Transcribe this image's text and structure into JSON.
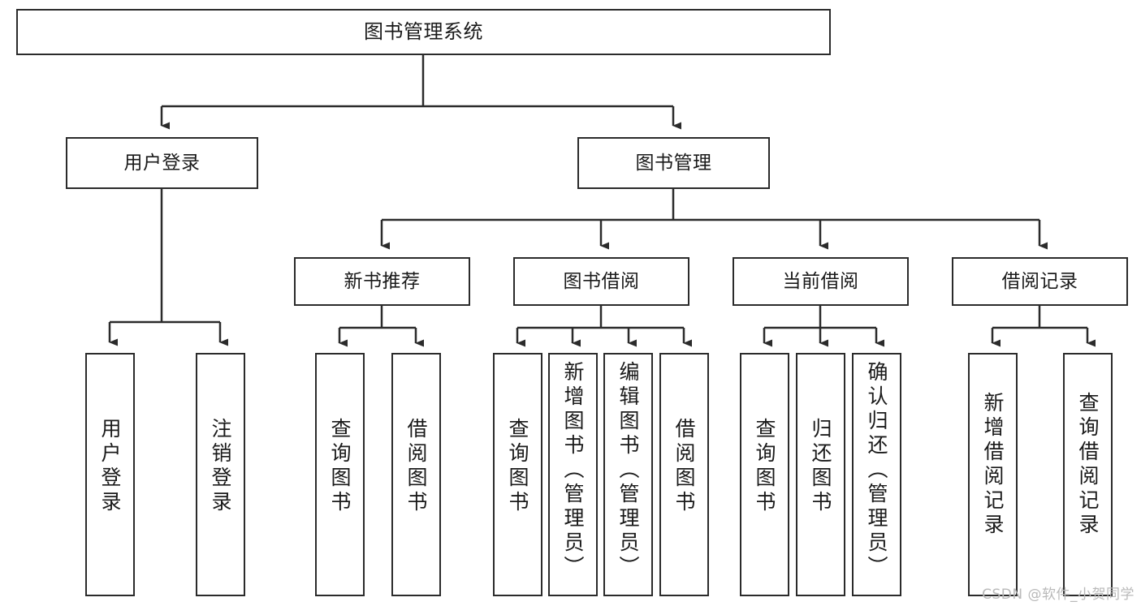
{
  "diagram": {
    "title": "图书管理系统",
    "type": "hierarchy-tree",
    "watermark": "CSDN @软件_小贺同学",
    "colors": {
      "box_border": "#2b2b2b",
      "box_fill": "#ffffff",
      "connector": "#2b2b2b",
      "text": "#1a1a1a",
      "watermark": "#b9b9b9",
      "background": "#ffffff"
    },
    "levels": {
      "level0": [
        {
          "id": "root",
          "label": "图书管理系统",
          "orientation": "horizontal"
        }
      ],
      "level1": [
        {
          "id": "user-login",
          "label": "用户登录",
          "orientation": "horizontal"
        },
        {
          "id": "book-manage",
          "label": "图书管理",
          "orientation": "horizontal"
        }
      ],
      "level2": [
        {
          "id": "new-book-rec",
          "label": "新书推荐",
          "orientation": "horizontal"
        },
        {
          "id": "book-borrow",
          "label": "图书借阅",
          "orientation": "horizontal"
        },
        {
          "id": "current-borrow",
          "label": "当前借阅",
          "orientation": "horizontal"
        },
        {
          "id": "borrow-record",
          "label": "借阅记录",
          "orientation": "horizontal"
        }
      ],
      "level3": [
        {
          "id": "leaf-user-login",
          "label": "用户登录",
          "parent": "user-login",
          "orientation": "vertical"
        },
        {
          "id": "leaf-logout",
          "label": "注销登录",
          "parent": "user-login",
          "orientation": "vertical"
        },
        {
          "id": "leaf-query-book-1",
          "label": "查询图书",
          "parent": "new-book-rec",
          "orientation": "vertical"
        },
        {
          "id": "leaf-borrow-book-1",
          "label": "借阅图书",
          "parent": "new-book-rec",
          "orientation": "vertical"
        },
        {
          "id": "leaf-query-book-2",
          "label": "查询图书",
          "parent": "book-borrow",
          "orientation": "vertical"
        },
        {
          "id": "leaf-add-book",
          "label": "新增图书（管理员）",
          "parent": "book-borrow",
          "orientation": "vertical"
        },
        {
          "id": "leaf-edit-book",
          "label": "编辑图书（管理员）",
          "parent": "book-borrow",
          "orientation": "vertical"
        },
        {
          "id": "leaf-borrow-book-2",
          "label": "借阅图书",
          "parent": "book-borrow",
          "orientation": "vertical"
        },
        {
          "id": "leaf-query-book-3",
          "label": "查询图书",
          "parent": "current-borrow",
          "orientation": "vertical"
        },
        {
          "id": "leaf-return-book",
          "label": "归还图书",
          "parent": "current-borrow",
          "orientation": "vertical"
        },
        {
          "id": "leaf-confirm-return",
          "label": "确认归还（管理员）",
          "parent": "current-borrow",
          "orientation": "vertical"
        },
        {
          "id": "leaf-add-record",
          "label": "新增借阅记录",
          "parent": "borrow-record",
          "orientation": "vertical"
        },
        {
          "id": "leaf-query-record",
          "label": "查询借阅记录",
          "parent": "borrow-record",
          "orientation": "vertical"
        }
      ]
    }
  }
}
